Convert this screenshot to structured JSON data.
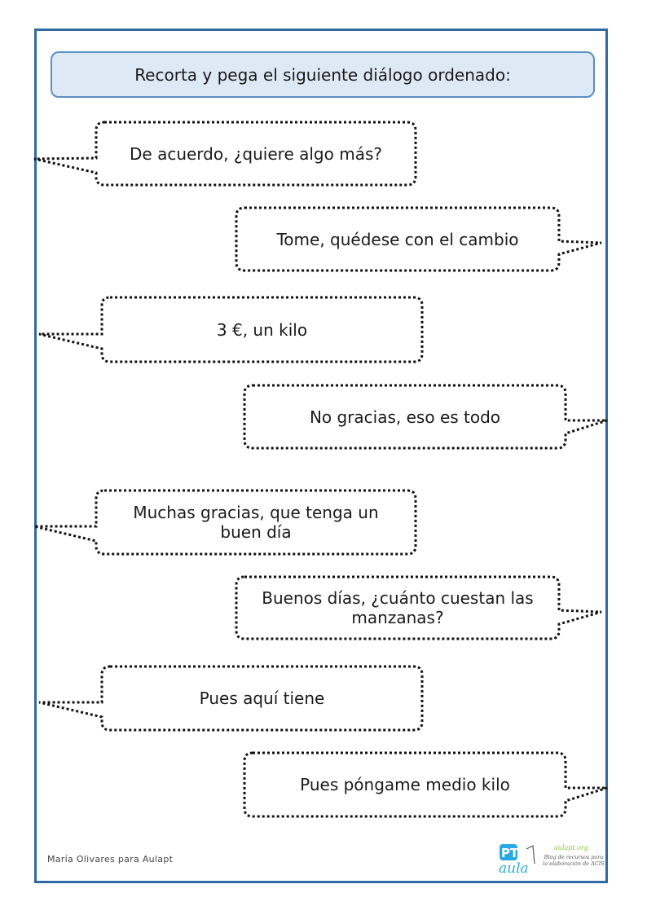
{
  "header": {
    "instruction": "Recorta y pega el siguiente diálogo ordenado:"
  },
  "dialogue": [
    {
      "text": "De acuerdo, ¿quiere algo más?",
      "side": "left"
    },
    {
      "text": "Tome, quédese con el cambio",
      "side": "right"
    },
    {
      "text": "3 €, un kilo",
      "side": "left"
    },
    {
      "text": "No gracias, eso es todo",
      "side": "right"
    },
    {
      "text": "Muchas gracias, que tenga un buen día",
      "side": "left"
    },
    {
      "text": "Buenos días, ¿cuánto cuestan las manzanas?",
      "side": "right"
    },
    {
      "text": "Pues aquí tiene",
      "side": "left"
    },
    {
      "text": "Pues póngame medio kilo",
      "side": "right"
    }
  ],
  "footer": {
    "author": "María Olivares para Aulapt",
    "logo_letters": "PT",
    "logo_word": "aula",
    "logo_site": "aulapt.org",
    "logo_tagline": "Blog de recursos para la elaboración de ACIS"
  },
  "colors": {
    "frame": "#2f6aa3",
    "title_fill": "#dde9f5",
    "title_border": "#5a8fc4",
    "bubble_border": "#111111"
  }
}
